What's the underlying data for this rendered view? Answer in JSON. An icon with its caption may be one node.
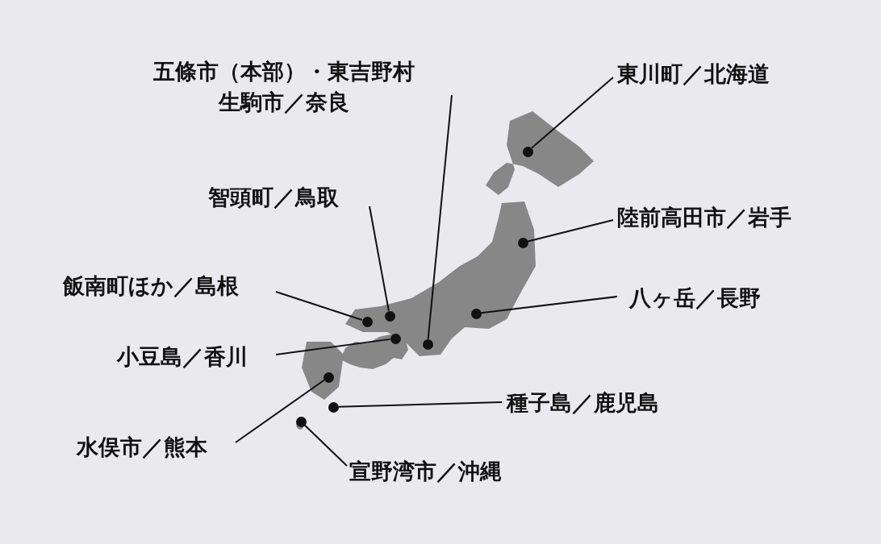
{
  "diagram": {
    "nodes": [
      {
        "text": [
          "五條市（本部）・東吉野村",
          "生駒市／奈良"
        ]
      },
      {
        "text": [],
        "shape": "circle"
      },
      {
        "text": [
          "東川町／北海道"
        ]
      },
      {
        "text": [],
        "shape": "circle"
      },
      {
        "text": [
          "智頭町／鳥取"
        ]
      },
      {
        "text": [],
        "shape": "circle"
      },
      {
        "text": [
          "陸前高田市／岩手"
        ]
      },
      {
        "text": [],
        "shape": "circle"
      },
      {
        "text": [
          "飯南町ほか／島根"
        ]
      },
      {
        "text": [],
        "shape": "circle"
      },
      {
        "text": [
          "八ヶ岳／長野"
        ]
      },
      {
        "text": [],
        "shape": "circle"
      },
      {
        "text": [
          "小豆島／香川"
        ]
      },
      {
        "text": [],
        "shape": "circle"
      },
      {
        "text": [
          "種子島／鹿児島"
        ]
      },
      {
        "text": [],
        "shape": "circle"
      },
      {
        "text": [
          "水俣市／熊本"
        ]
      },
      {
        "text": [],
        "shape": "circle"
      },
      {
        "text": [
          "宣野湾市／沖縄"
        ]
      },
      {
        "text": [],
        "shape": "circle"
      }
    ],
    "edges": [
      {
        "from": 0,
        "to": 1,
        "arrow": "none"
      },
      {
        "from": 2,
        "to": 3,
        "arrow": "none"
      },
      {
        "from": 4,
        "to": 5,
        "arrow": "none"
      },
      {
        "from": 6,
        "to": 7,
        "arrow": "none"
      },
      {
        "from": 8,
        "to": 9,
        "arrow": "none"
      },
      {
        "from": 10,
        "to": 11,
        "arrow": "none"
      },
      {
        "from": 12,
        "to": 13,
        "arrow": "none"
      },
      {
        "from": 14,
        "to": 15,
        "arrow": "none"
      },
      {
        "from": 16,
        "to": 17,
        "arrow": "none"
      },
      {
        "from": 18,
        "to": 19,
        "arrow": "none"
      }
    ]
  }
}
